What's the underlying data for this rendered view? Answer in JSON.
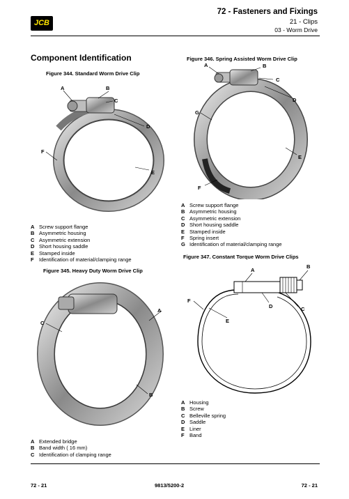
{
  "header": {
    "logo_text": "JCB",
    "title": "72 - Fasteners and Fixings",
    "subtitle1": "21 - Clips",
    "subtitle2": "03 - Worm Drive"
  },
  "section_title": "Component Identification",
  "figures": {
    "fig344": {
      "title": "Figure 344. Standard Worm Drive Clip",
      "callouts": [
        "A",
        "B",
        "C",
        "D",
        "E",
        "F"
      ],
      "legend": [
        {
          "key": "A",
          "text": "Screw support flange"
        },
        {
          "key": "B",
          "text": "Asymmetric housing"
        },
        {
          "key": "C",
          "text": "Asymmetric extension"
        },
        {
          "key": "D",
          "text": "Short housing saddle"
        },
        {
          "key": "E",
          "text": "Stamped inside"
        },
        {
          "key": "F",
          "text": "Identification of material/clamping range"
        }
      ]
    },
    "fig345": {
      "title": "Figure 345. Heavy Duty Worm Drive Clip",
      "callouts": [
        "A",
        "B",
        "C"
      ],
      "legend": [
        {
          "key": "A",
          "text": "Extended bridge"
        },
        {
          "key": "B",
          "text": "Band width ( 16 mm)"
        },
        {
          "key": "C",
          "text": "Identification of clamping range"
        }
      ]
    },
    "fig346": {
      "title": "Figure 346. Spring Assisted Worm Drive Clip",
      "callouts": [
        "A",
        "B",
        "C",
        "D",
        "E",
        "F",
        "G"
      ],
      "legend": [
        {
          "key": "A",
          "text": "Screw support flange"
        },
        {
          "key": "B",
          "text": "Asymmetric housing"
        },
        {
          "key": "C",
          "text": "Asymmetric extension"
        },
        {
          "key": "D",
          "text": "Short housing saddle"
        },
        {
          "key": "E",
          "text": "Stamped inside"
        },
        {
          "key": "F",
          "text": "Spring insert"
        },
        {
          "key": "G",
          "text": "Identification of material/clamping range"
        }
      ]
    },
    "fig347": {
      "title": "Figure 347. Constant Torque Worm Drive Clips",
      "callouts": [
        "A",
        "B",
        "C",
        "D",
        "E",
        "F"
      ],
      "legend": [
        {
          "key": "A",
          "text": "Housing"
        },
        {
          "key": "B",
          "text": "Screw"
        },
        {
          "key": "C",
          "text": "Belleville spring"
        },
        {
          "key": "D",
          "text": "Saddle"
        },
        {
          "key": "E",
          "text": "Liner"
        },
        {
          "key": "F",
          "text": "Band"
        }
      ]
    }
  },
  "footer": {
    "left": "72 - 21",
    "center": "9813/5200-2",
    "right": "72 - 21"
  }
}
